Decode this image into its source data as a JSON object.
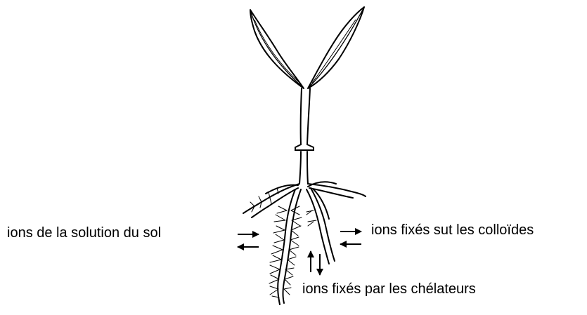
{
  "labels": {
    "soil_solution_ions": "ions de la solution du sol",
    "colloid_fixed_ions": "ions fixés sut les colloïdes",
    "chelator_fixed_ions": "ions fixés par les chélateurs"
  },
  "colors": {
    "stroke": "#000000",
    "background": "#ffffff"
  }
}
